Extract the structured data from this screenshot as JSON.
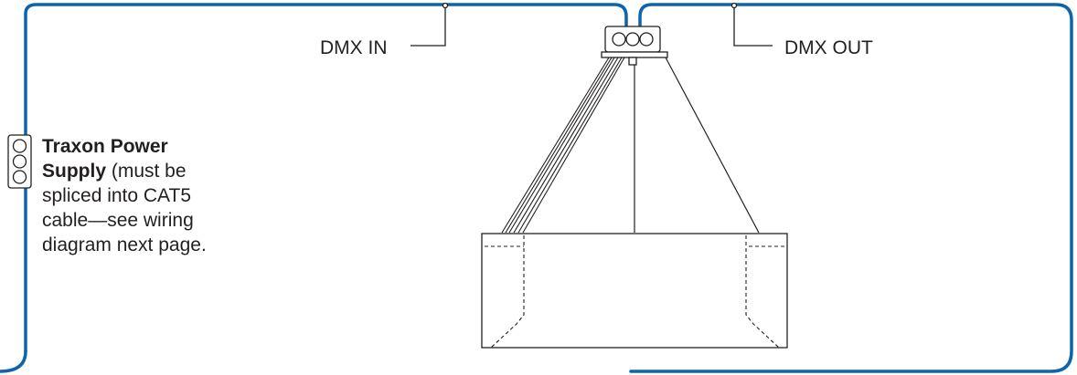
{
  "labels": {
    "dmx_in": "DMX IN",
    "dmx_out": "DMX OUT"
  },
  "power_supply_note": {
    "line1_bold": "Traxon Power",
    "line2_bold": "Supply",
    "line2_rest": " (must be",
    "line3": "spliced into CAT5",
    "line4": "cable—see wiring",
    "line5": "diagram next page."
  },
  "colors": {
    "cable": "#0e63ad",
    "line": "#231f20"
  },
  "icons": {
    "connector_top": "triple-connector-icon",
    "connector_side": "triple-connector-icon"
  }
}
